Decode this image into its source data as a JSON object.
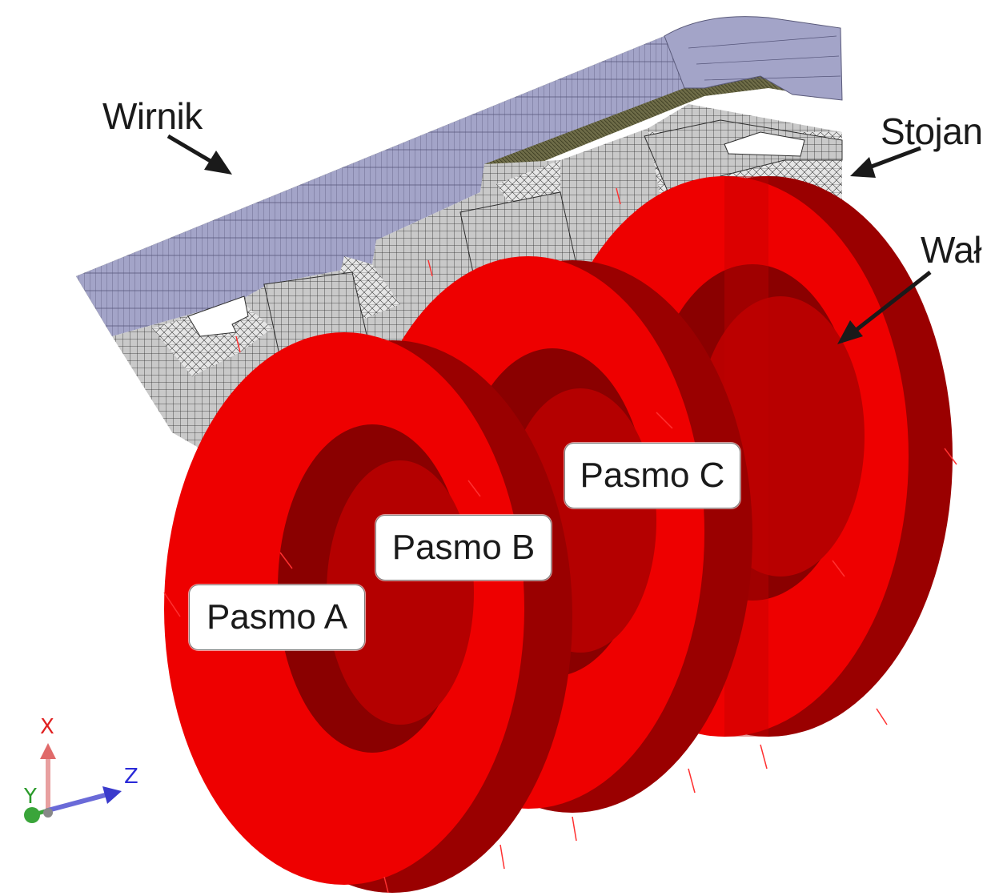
{
  "labels": {
    "rotor": "Wirnik",
    "stator": "Stojan",
    "shaft": "Wał",
    "phase_a": "Pasmo A",
    "phase_b": "Pasmo B",
    "phase_c": "Pasmo C"
  },
  "axes": {
    "x": "X",
    "y": "Y",
    "z": "Z"
  },
  "colors": {
    "rotor_mesh": "#a3a4c8",
    "rotor_edge": "#4a4a2a",
    "stator_mesh": "#c8c8c8",
    "coil_front": "#ee0000",
    "coil_side": "#9a0000",
    "x_axis": "#e23a3a",
    "y_axis": "#2aa52a",
    "z_axis": "#2b2bd8"
  }
}
